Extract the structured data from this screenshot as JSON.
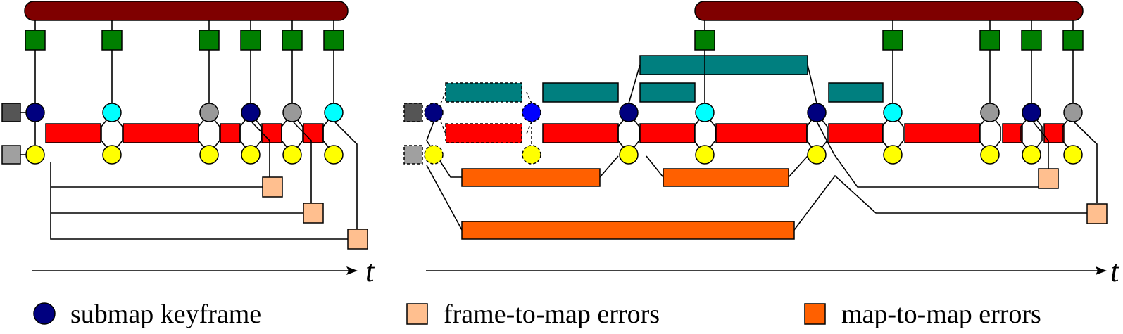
{
  "axis": {
    "time_label": "t"
  },
  "legend": {
    "submap_keyframe": "submap keyframe",
    "frame_to_map_errors": "frame-to-map errors",
    "map_to_map_errors": "map-to-map errors"
  },
  "colors": {
    "imu_bar": "#7f0000",
    "imu_node": "#007f00",
    "submap_keyframe": "#00007f",
    "keyframe_cyan": "#00ffff",
    "keyframe_gray": "#999999",
    "marginalized_blue": "#0000ff",
    "speed_bias": "#ffff00",
    "reprojection_bar": "#ff0000",
    "relative_pose": "#007f7f",
    "frame_to_map": "#ffbf8f",
    "map_to_map": "#ff6000",
    "prior_dark": "#555555",
    "prior_light": "#a0a0a0"
  }
}
